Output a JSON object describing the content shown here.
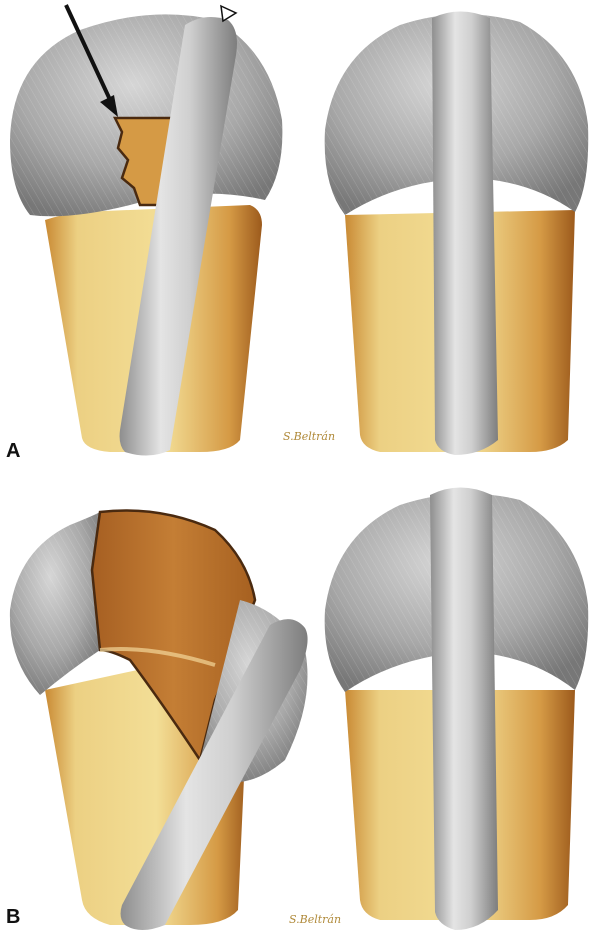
{
  "panels": [
    {
      "label": "A",
      "signature": "S.Beltrán"
    },
    {
      "label": "B",
      "signature": "S.Beltrán"
    }
  ],
  "icons": {
    "arrow": "black-arrow-icon",
    "arrowhead": "open-triangle-arrowhead-icon"
  },
  "colors": {
    "bone_light": "#f0d98c",
    "bone_dark": "#c9862e",
    "bone_exposed": "#b8712d",
    "cartilage_gray": "#a9a9a9",
    "tendon_gray": "#c4c4c4",
    "tear_edge": "#4a2a10",
    "arrow": "#111111",
    "signature": "#b08a3a"
  }
}
